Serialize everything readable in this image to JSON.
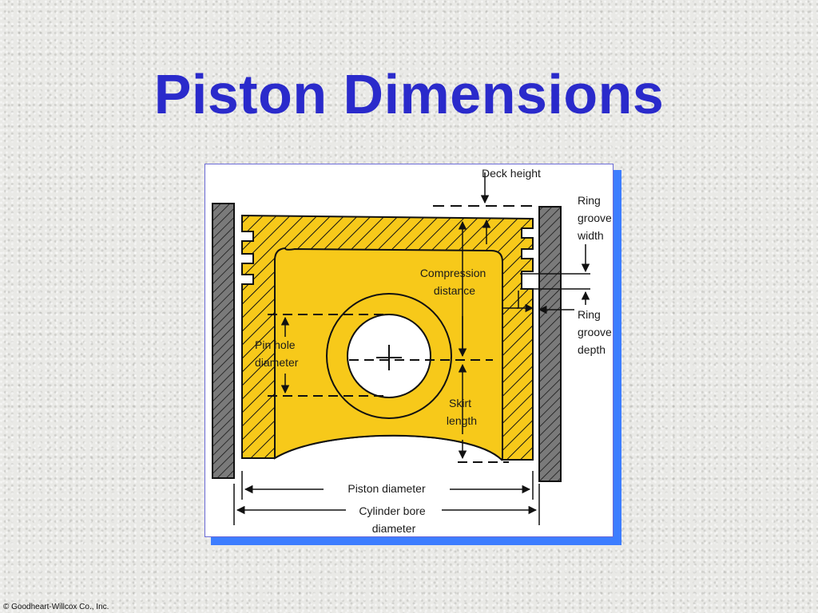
{
  "slide": {
    "title": "Piston Dimensions",
    "copyright": "© Goodheart-Willcox Co., Inc."
  },
  "diagram": {
    "labels": {
      "deck_height": "Deck height",
      "ring_groove_width": [
        "Ring",
        "groove",
        "width"
      ],
      "ring_groove_depth": [
        "Ring",
        "groove",
        "depth"
      ],
      "compression_distance": [
        "Compression",
        "distance"
      ],
      "pin_hole_diameter": [
        "Pin hole",
        "diameter"
      ],
      "skirt_length": [
        "Skirt",
        "length"
      ],
      "piston_diameter": "Piston diameter",
      "cylinder_bore_diameter": [
        "Cylinder bore",
        "diameter"
      ]
    },
    "colors": {
      "piston_fill": "#f7c91a",
      "cylinder_wall": "#7a7a7a",
      "outline": "#111111",
      "title": "#2a2acb",
      "frame_shadow": "#3d7dff"
    }
  }
}
